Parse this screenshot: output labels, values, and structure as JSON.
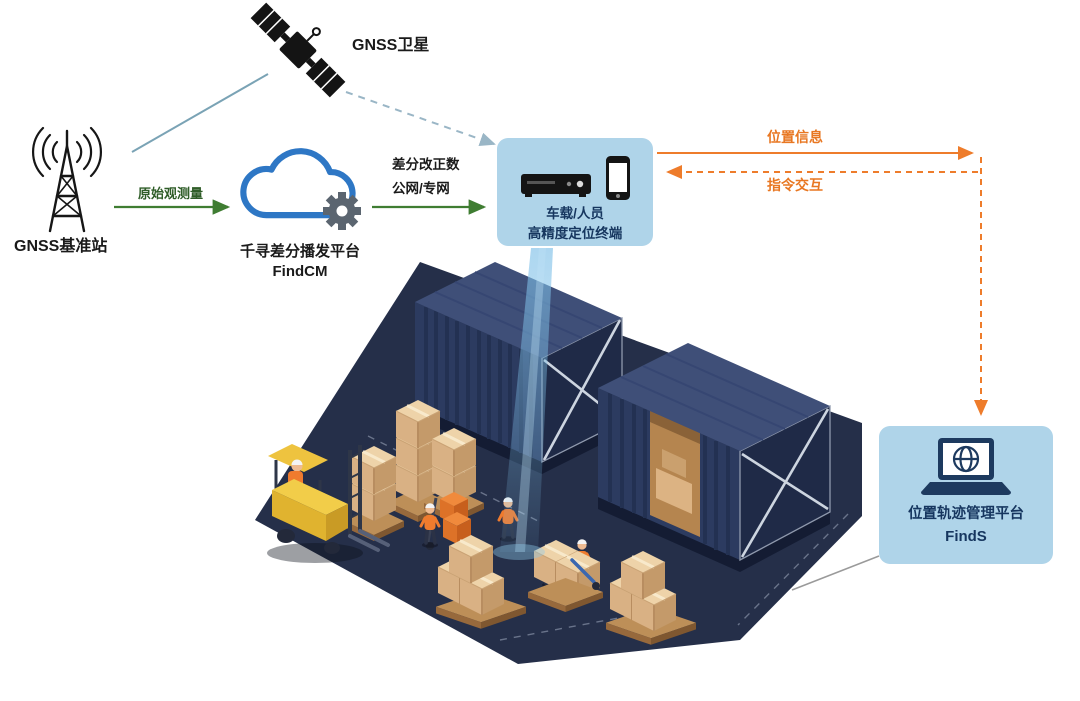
{
  "nodes": {
    "satellite": {
      "label": "GNSS卫星"
    },
    "base_station": {
      "label": "GNSS基准站"
    },
    "cloud": {
      "title": "千寻差分播发平台",
      "subtitle": "FindCM"
    },
    "terminal": {
      "line1": "车载/人员",
      "line2": "高精度定位终端"
    },
    "platform": {
      "title": "位置轨迹管理平台",
      "subtitle": "FindS"
    }
  },
  "edges": {
    "raw_obs": {
      "label": "原始观测量"
    },
    "correction": {
      "line1": "差分改正数",
      "line2": "公网/专网"
    },
    "position_info": {
      "label": "位置信息"
    },
    "command": {
      "label": "指令交互"
    }
  },
  "icons": {
    "satellite": "satellite-icon",
    "base_station": "radio-tower-icon",
    "signal": "signal-waves-icon",
    "cloud": "cloud-icon",
    "gear": "gear-icon",
    "terminal_receiver": "receiver-icon",
    "terminal_phone": "smartphone-icon",
    "platform_laptop": "laptop-globe-icon"
  },
  "colors": {
    "node_box_fill": "#afd4e9",
    "node_text_navy": "#16365f",
    "arrow_green": "#3f7d32",
    "arrow_orange": "#ee7c2b",
    "cloud_blue": "#2e77c5",
    "floor_navy": "#252f49",
    "container_navy": "#2c3b60",
    "crate_tan": "#d9b184",
    "beam_blue": "#7fc0e8"
  }
}
